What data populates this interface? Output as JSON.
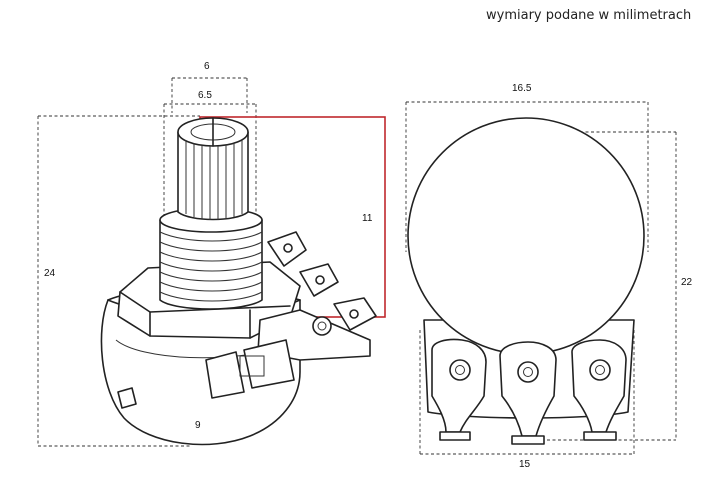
{
  "title": "wymiary podane w milimetrach",
  "dimensions": {
    "shaft_outer_width": "6",
    "shaft_inner_width": "6.5",
    "total_height": "24",
    "shaft_length": "11",
    "base_height": "9",
    "body_diameter": "16.5",
    "body_height": "22",
    "pin_span": "15"
  },
  "colors": {
    "highlight_box": "#c0282d",
    "ink": "#222222",
    "dimension_lines": "#333333"
  }
}
